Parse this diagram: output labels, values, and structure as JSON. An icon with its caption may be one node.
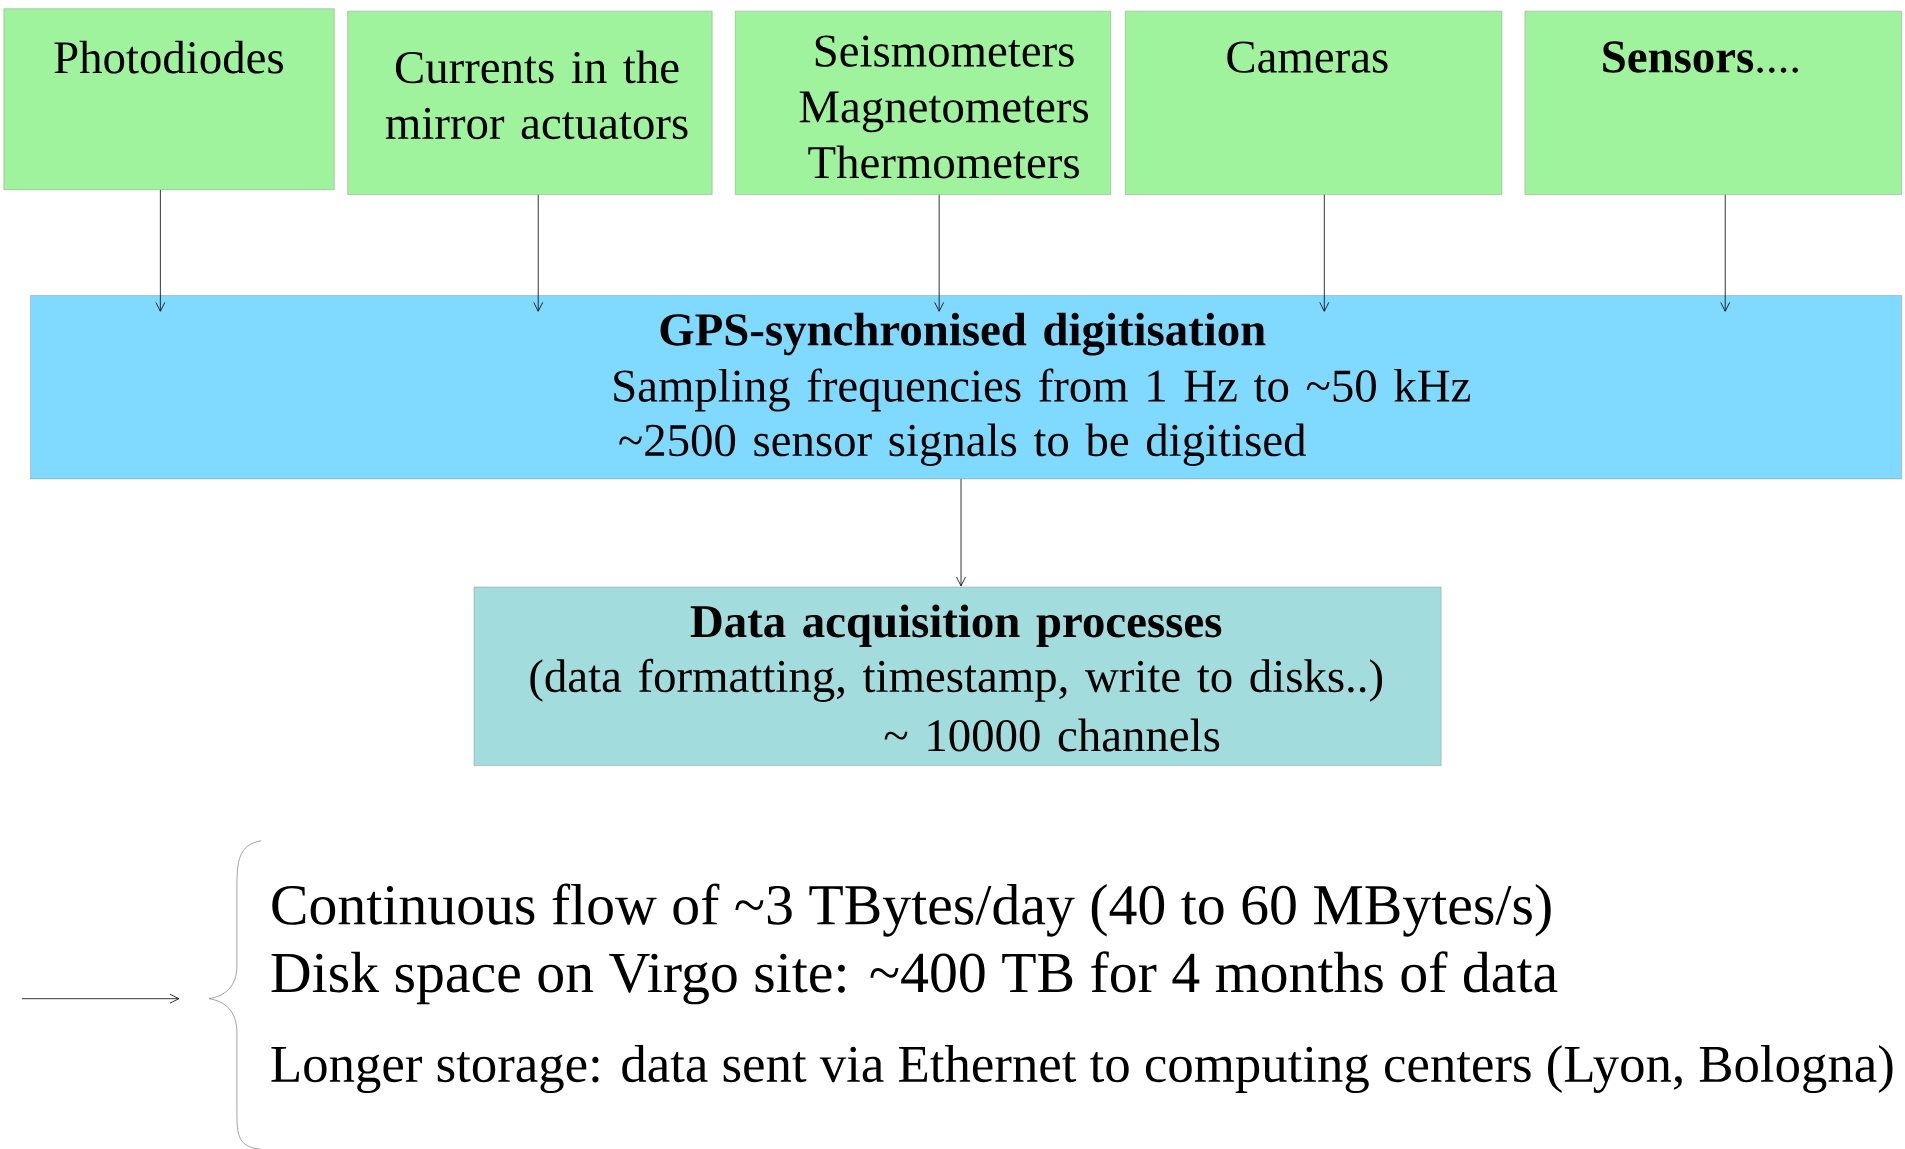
{
  "diagram": {
    "nodes": [
      {
        "text": [
          "Photodiodes"
        ]
      },
      {
        "text": [
          "Currents in the mirror actuators"
        ]
      },
      {
        "text": [
          "Seismometers Magnetometers Thermometers"
        ]
      },
      {
        "text": [
          "Cameras"
        ]
      },
      {
        "text": [
          "**Sensors**...."
        ]
      },
      {
        "text": [
          "GPS-synchronised digitisation",
          "Sampling frequencies from 1 Hz to ~50 kHz",
          "~2500 sensor signals to be digitised"
        ]
      },
      {
        "text": [
          "Data acquisition processes",
          "(data formatting, timestamp, write to disks..)",
          "~ 10000 channels"
        ]
      },
      {
        "text": [
          "Continuous flow of ~3 TBytes/day (40 to 60 MBytes/s)",
          "Disk space on Virgo site: ~400 TB for 4 months of data",
          "Longer storage: data sent via Ethernet to computing centers (Lyon, Bologna)"
        ]
      }
    ],
    "edges": [
      {
        "from": 0,
        "to": 5,
        "arrow": "to"
      },
      {
        "from": 1,
        "to": 5,
        "arrow": "to"
      },
      {
        "from": 2,
        "to": 5,
        "arrow": "to"
      },
      {
        "from": 3,
        "to": 5,
        "arrow": "to"
      },
      {
        "from": 4,
        "to": 5,
        "arrow": "to"
      },
      {
        "from": 5,
        "to": 6,
        "arrow": "to"
      },
      {
        "from": null,
        "to": 7,
        "arrow": "to"
      }
    ]
  }
}
